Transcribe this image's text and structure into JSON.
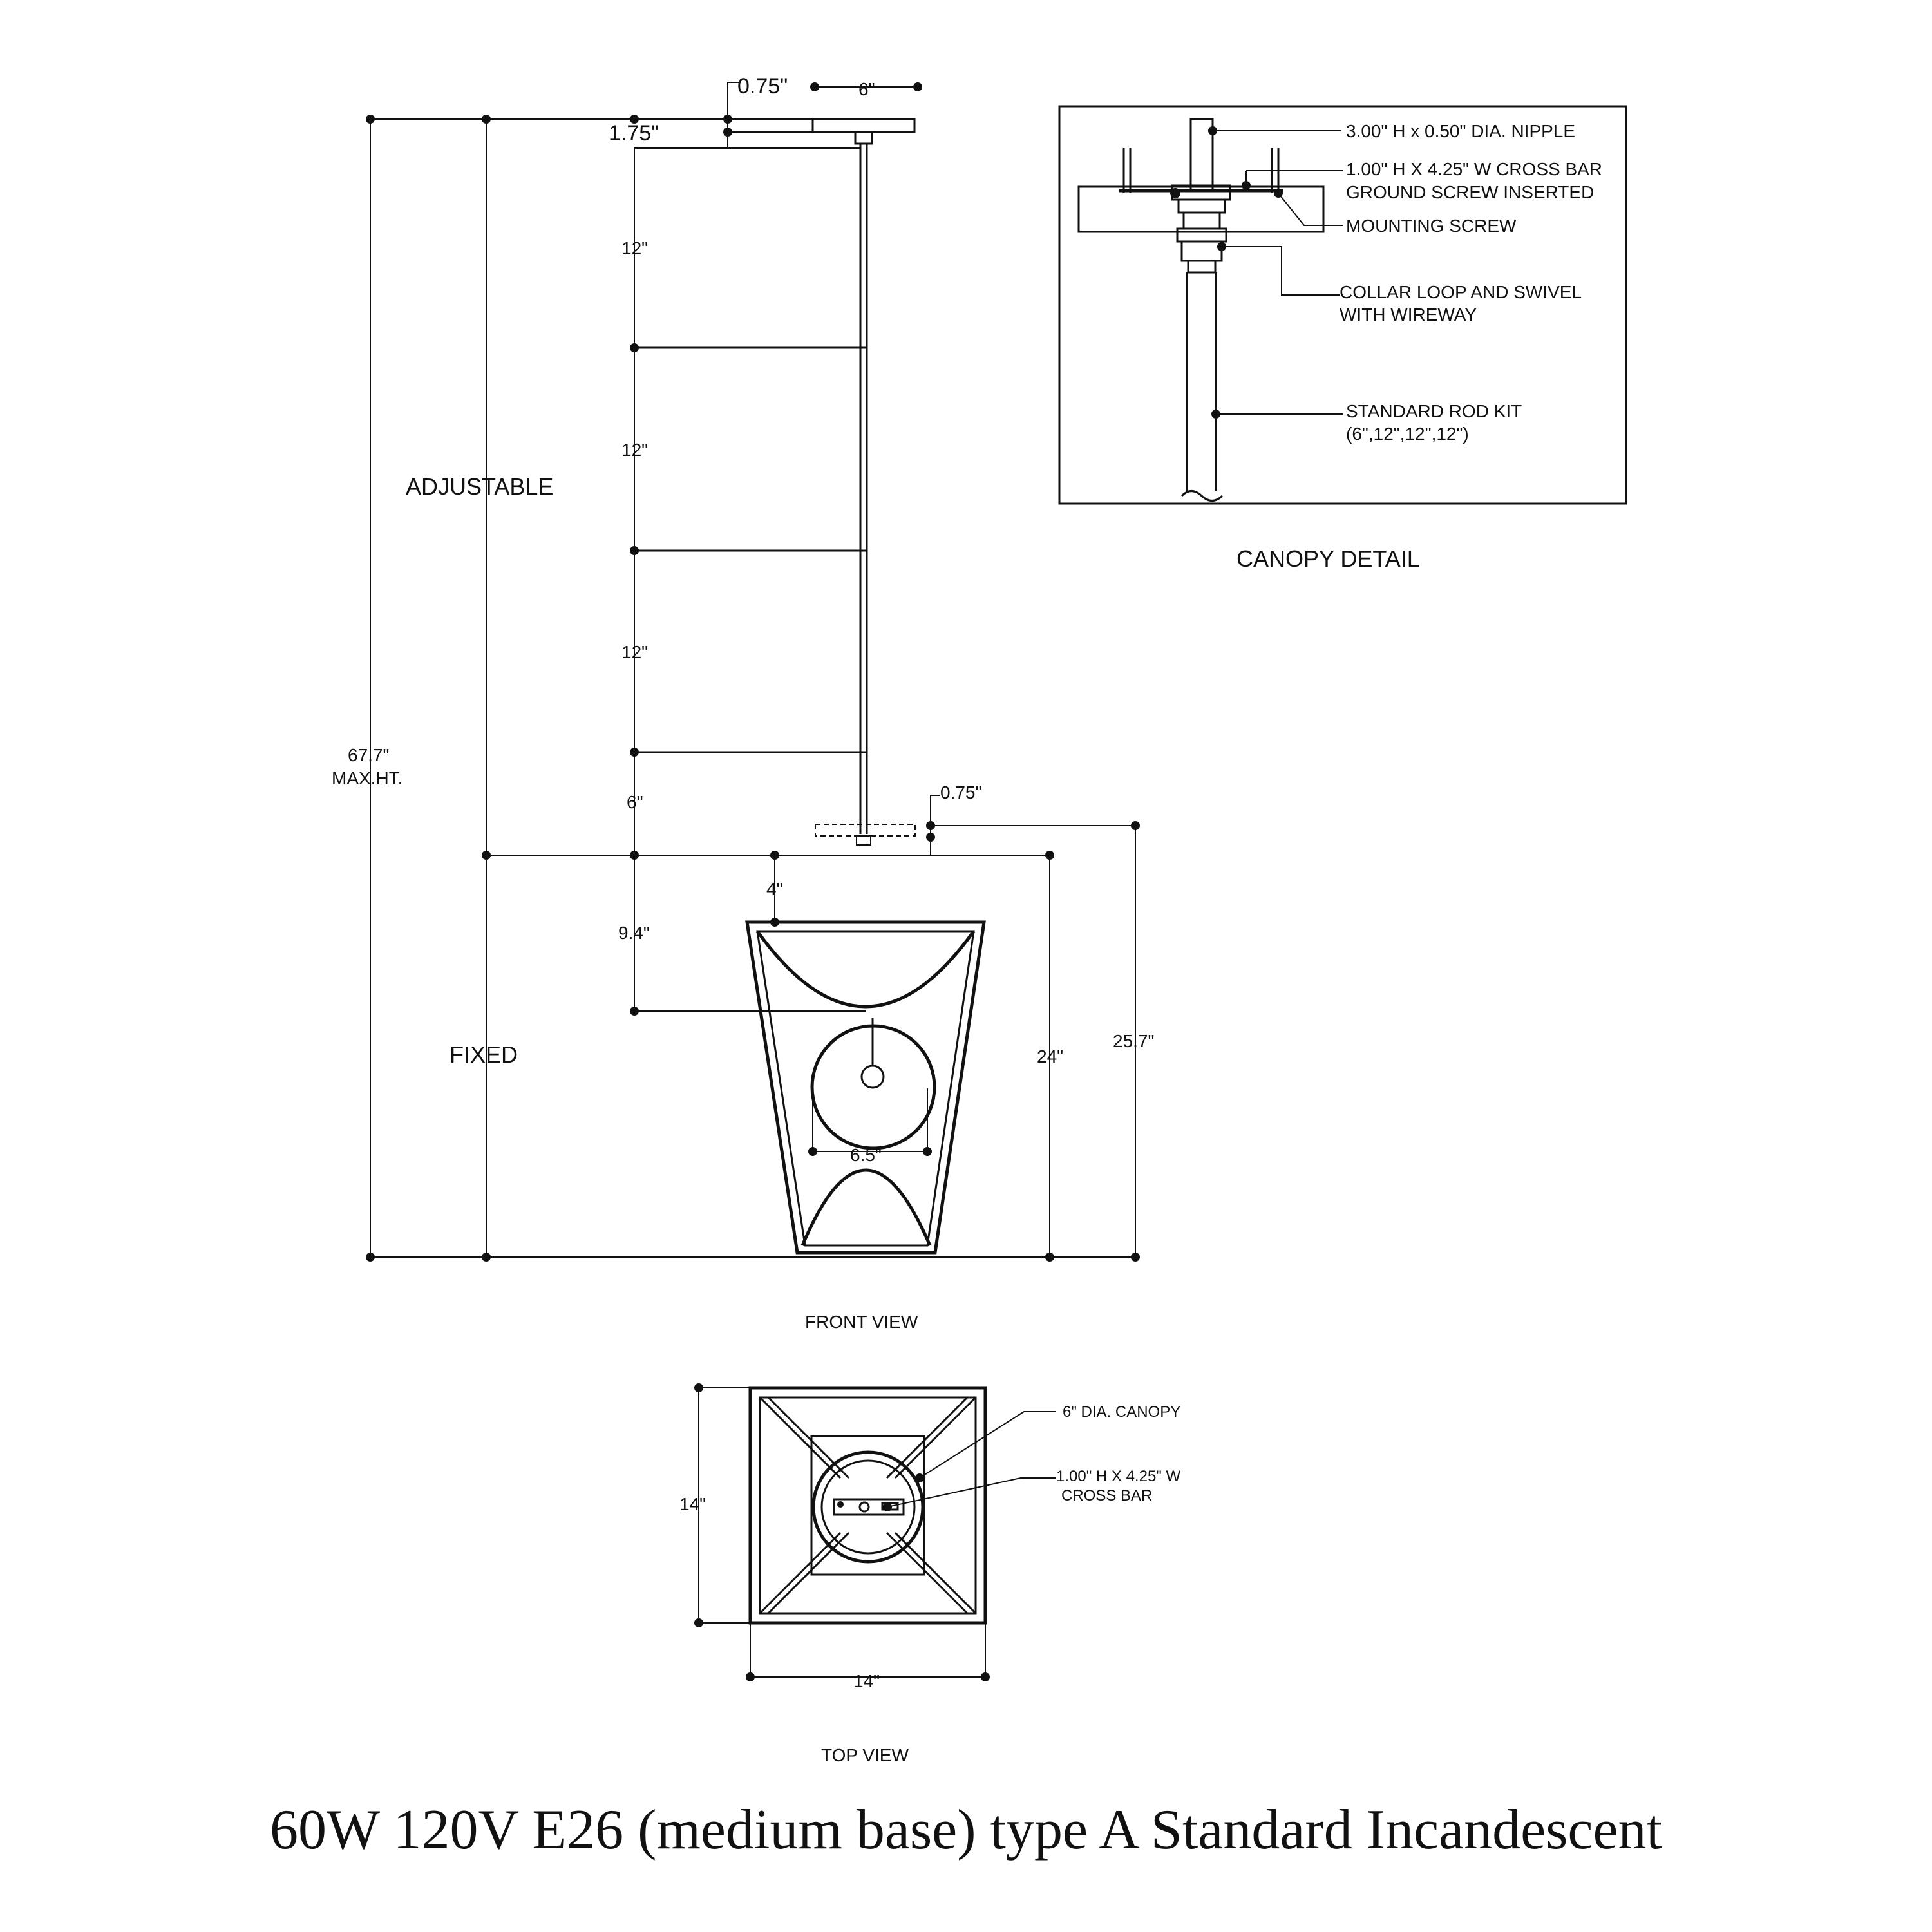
{
  "front_view": {
    "title": "FRONT VIEW",
    "dims": {
      "canopy_offset_top": "0.75\"",
      "canopy_width": "6\"",
      "canopy_height": "1.75\"",
      "rod_1": "12\"",
      "rod_2": "12\"",
      "rod_3": "12\"",
      "rod_4": "6\"",
      "adjustable": "ADJUSTABLE",
      "fixed": "FIXED",
      "max_height_value": "67.7\"",
      "max_height_label": "MAX.HT.",
      "loop_offset": "0.75\"",
      "top_gap": "4\"",
      "globe_drop": "9.4\"",
      "globe_width": "6.5\"",
      "fixture_height": "24\"",
      "overall_fixture_height": "25.7\""
    }
  },
  "canopy_detail": {
    "title": "CANOPY DETAIL",
    "callouts": {
      "nipple": "3.00\" H x 0.50\" DIA. NIPPLE",
      "crossbar_1": "1.00\" H X 4.25\" W CROSS BAR",
      "crossbar_2": "GROUND SCREW INSERTED",
      "mounting_screw": "MOUNTING SCREW",
      "collar_1": "COLLAR LOOP AND SWIVEL",
      "collar_2": "WITH WIREWAY",
      "rod_kit_1": "STANDARD ROD KIT",
      "rod_kit_2": "(6\",12\",12\",12\")"
    }
  },
  "top_view": {
    "title": "TOP VIEW",
    "depth": "14\"",
    "width": "14\"",
    "canopy_callout": "6\" DIA. CANOPY",
    "crossbar_callout_1": "1.00\" H X 4.25\" W",
    "crossbar_callout_2": "CROSS BAR"
  },
  "bulb_spec": "60W 120V E26 (medium base) type A Standard Incandescent",
  "icons": {
    "canopy": "canopy-plate-icon",
    "globe": "globe-shade-icon",
    "frame": "lantern-frame-icon",
    "crossbar": "crossbar-icon"
  }
}
